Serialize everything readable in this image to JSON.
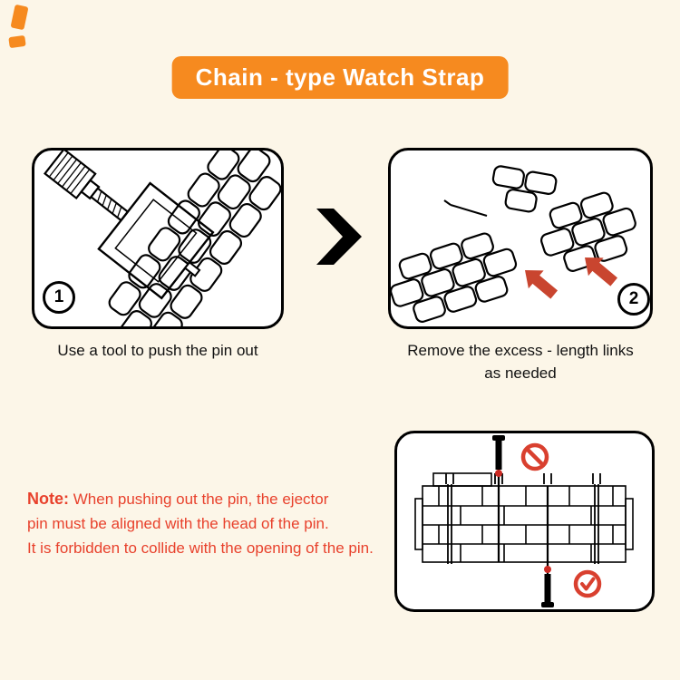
{
  "title": "Chain - type Watch Strap",
  "colors": {
    "background": "#FCF6E8",
    "banner_orange": "#F68A1F",
    "note_red": "#E8412C",
    "arrow_red": "#C9452F",
    "panel_border": "#000000"
  },
  "steps": [
    {
      "number": "1",
      "caption": "Use a tool to push the pin out",
      "illustration": "pin-pusher-tool-on-band"
    },
    {
      "number": "2",
      "caption_lines": [
        "Remove the excess - length links",
        "as needed"
      ],
      "illustration": "separated-links-with-red-arrows"
    }
  ],
  "note": {
    "label": "Note:",
    "lines": [
      "When pushing out the pin, the ejector",
      "pin must be aligned with the head of the pin.",
      "It is forbidden to collide with the opening of the pin."
    ]
  },
  "icons": {
    "between_steps": "chevron-right-icon",
    "step2_arrows": "red-arrow-icon",
    "wrong": "prohibition-icon",
    "correct": "check-icon"
  },
  "detail_panel": {
    "illustration": "pin-alignment-cross-section"
  }
}
